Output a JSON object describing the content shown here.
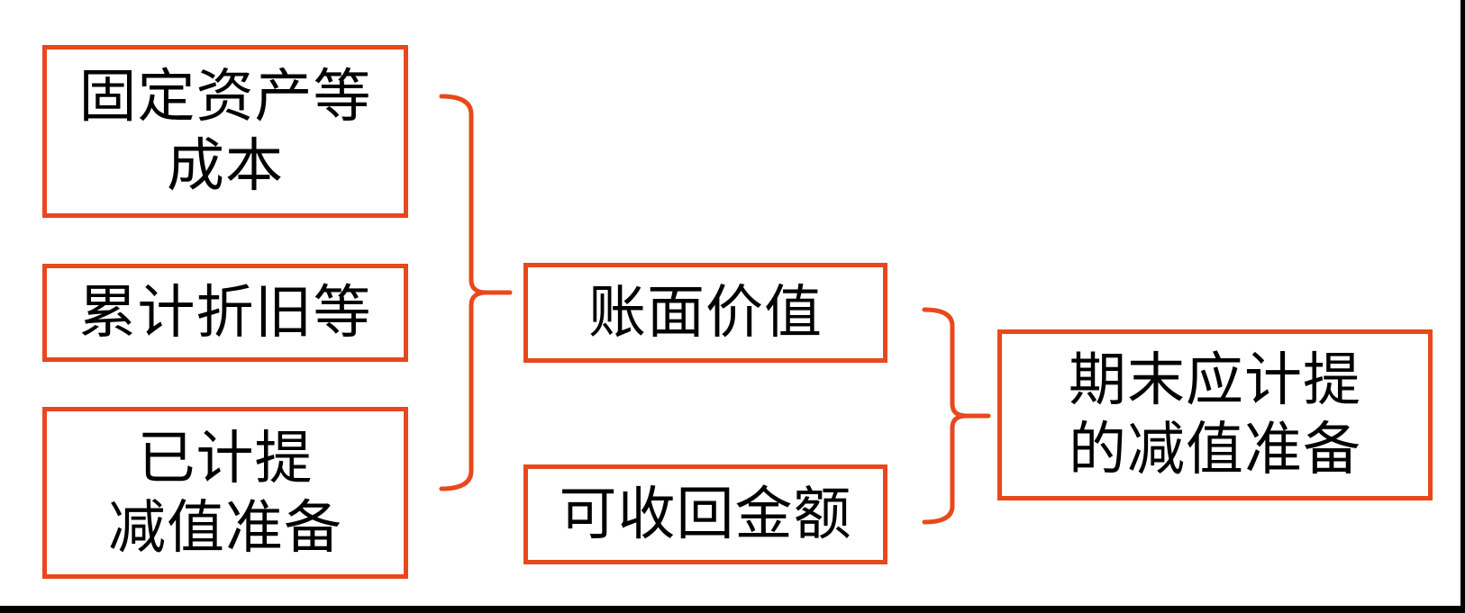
{
  "diagram": {
    "accent_color": "#E8481C",
    "edge_color": "#000000",
    "text_color": "#000000",
    "left_boxes": [
      {
        "lines": [
          "固定资产等",
          "成本"
        ]
      },
      {
        "lines": [
          "累计折旧等"
        ]
      },
      {
        "lines": [
          "已计提",
          "减值准备"
        ]
      }
    ],
    "middle_boxes": [
      {
        "lines": [
          "账面价值"
        ]
      },
      {
        "lines": [
          "可收回金额"
        ]
      }
    ],
    "result_box": {
      "lines": [
        "期末应计提",
        "的减值准备"
      ]
    }
  }
}
